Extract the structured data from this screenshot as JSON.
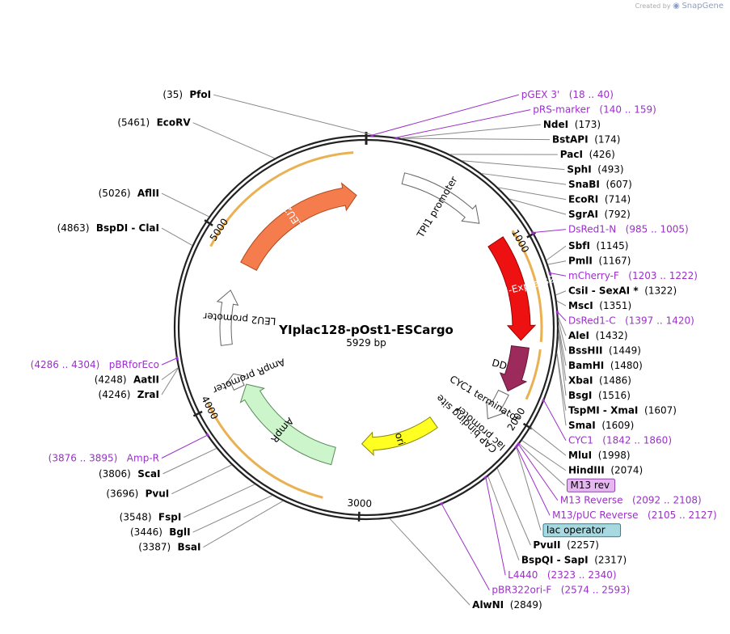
{
  "credit": {
    "prefix": "Created by",
    "brand": "SnapGene"
  },
  "plasmid": {
    "name": "YIplac128-pOst1-ESCargo",
    "size_label": "5929 bp",
    "total_bp": 5929
  },
  "ticks": [
    {
      "bp": 1000,
      "label": "1000"
    },
    {
      "bp": 2000,
      "label": "2000"
    },
    {
      "bp": 3000,
      "label": "3000"
    },
    {
      "bp": 4000,
      "label": "4000"
    },
    {
      "bp": 5000,
      "label": "5000"
    }
  ],
  "sites": [
    {
      "name": "PfoI",
      "pos": "(35)",
      "bp": 35,
      "side": "left"
    },
    {
      "name": "NdeI",
      "pos": "(173)",
      "bp": 173,
      "side": "right"
    },
    {
      "name": "BstAPI",
      "pos": "(174)",
      "bp": 174,
      "side": "right"
    },
    {
      "name": "PacI",
      "pos": "(426)",
      "bp": 426,
      "side": "right"
    },
    {
      "name": "SphI",
      "pos": "(493)",
      "bp": 493,
      "side": "right"
    },
    {
      "name": "SnaBI",
      "pos": "(607)",
      "bp": 607,
      "side": "right"
    },
    {
      "name": "EcoRI",
      "pos": "(714)",
      "bp": 714,
      "side": "right"
    },
    {
      "name": "SgrAI",
      "pos": "(792)",
      "bp": 792,
      "side": "right"
    },
    {
      "name": "SbfI",
      "pos": "(1145)",
      "bp": 1145,
      "side": "right"
    },
    {
      "name": "PmlI",
      "pos": "(1167)",
      "bp": 1167,
      "side": "right"
    },
    {
      "name": "CsiI",
      "name2": "SexAI *",
      "pos": "(1322)",
      "bp": 1322,
      "side": "right"
    },
    {
      "name": "MscI",
      "pos": "(1351)",
      "bp": 1351,
      "side": "right"
    },
    {
      "name": "AleI",
      "pos": "(1432)",
      "bp": 1432,
      "side": "right"
    },
    {
      "name": "BssHII",
      "pos": "(1449)",
      "bp": 1449,
      "side": "right"
    },
    {
      "name": "BamHI",
      "pos": "(1480)",
      "bp": 1480,
      "side": "right"
    },
    {
      "name": "XbaI",
      "pos": "(1486)",
      "bp": 1486,
      "side": "right"
    },
    {
      "name": "BsgI",
      "pos": "(1516)",
      "bp": 1516,
      "side": "right"
    },
    {
      "name": "TspMI",
      "name2": "XmaI",
      "pos": "(1607)",
      "bp": 1607,
      "side": "right"
    },
    {
      "name": "SmaI",
      "pos": "(1609)",
      "bp": 1609,
      "side": "right"
    },
    {
      "name": "MluI",
      "pos": "(1998)",
      "bp": 1998,
      "side": "right"
    },
    {
      "name": "HindIII",
      "pos": "(2074)",
      "bp": 2074,
      "side": "right"
    },
    {
      "name": "PvuII",
      "pos": "(2257)",
      "bp": 2257,
      "side": "right"
    },
    {
      "name": "BspQI",
      "name2": "SapI",
      "pos": "(2317)",
      "bp": 2317,
      "side": "right"
    },
    {
      "name": "AlwNI",
      "pos": "(2849)",
      "bp": 2849,
      "side": "right"
    },
    {
      "name": "BsaI",
      "pos": "(3387)",
      "bp": 3387,
      "side": "left"
    },
    {
      "name": "BglI",
      "pos": "(3446)",
      "bp": 3446,
      "side": "left"
    },
    {
      "name": "FspI",
      "pos": "(3548)",
      "bp": 3548,
      "side": "left"
    },
    {
      "name": "PvuI",
      "pos": "(3696)",
      "bp": 3696,
      "side": "left"
    },
    {
      "name": "ScaI",
      "pos": "(3806)",
      "bp": 3806,
      "side": "left"
    },
    {
      "name": "ZraI",
      "pos": "(4246)",
      "bp": 4246,
      "side": "left"
    },
    {
      "name": "AatII",
      "pos": "(4248)",
      "bp": 4248,
      "side": "left"
    },
    {
      "name": "BspDI",
      "name2": "ClaI",
      "pos": "(4863)",
      "bp": 4863,
      "side": "left"
    },
    {
      "name": "AflII",
      "pos": "(5026)",
      "bp": 5026,
      "side": "left"
    },
    {
      "name": "EcoRV",
      "pos": "(5461)",
      "bp": 5461,
      "side": "left"
    }
  ],
  "primers": [
    {
      "name": "pGEX 3'",
      "range": "(18 .. 40)",
      "bp": 29,
      "side": "right"
    },
    {
      "name": "pRS-marker",
      "range": "(140 .. 159)",
      "bp": 150,
      "side": "right"
    },
    {
      "name": "DsRed1-N",
      "range": "(985 .. 1005)",
      "bp": 995,
      "side": "right"
    },
    {
      "name": "mCherry-F",
      "range": "(1203 .. 1222)",
      "bp": 1212,
      "side": "right"
    },
    {
      "name": "DsRed1-C",
      "range": "(1397 .. 1420)",
      "bp": 1408,
      "side": "right"
    },
    {
      "name": "CYC1",
      "range": "(1842 .. 1860)",
      "bp": 1851,
      "side": "right"
    },
    {
      "name": "M13 Reverse",
      "range": "(2092 .. 2108)",
      "bp": 2100,
      "side": "right"
    },
    {
      "name": "M13/pUC Reverse",
      "range": "(2105 .. 2127)",
      "bp": 2116,
      "side": "right"
    },
    {
      "name": "L4440",
      "range": "(2323 .. 2340)",
      "bp": 2331,
      "side": "right"
    },
    {
      "name": "pBR322ori-F",
      "range": "(2574 .. 2593)",
      "bp": 2583,
      "side": "right"
    },
    {
      "name": "Amp-R",
      "range": "(3876 .. 3895)",
      "bp": 3885,
      "side": "left"
    },
    {
      "name": "pBRforEco",
      "range": "(4286 .. 4304)",
      "bp": 4295,
      "side": "left"
    }
  ],
  "boxed_features": [
    {
      "name": "M13 rev",
      "bp": 2095,
      "fill": "#e6b8f0",
      "stroke": "#8e44ad"
    },
    {
      "name": "lac operator",
      "bp": 2118,
      "fill": "#a8d8e0",
      "stroke": "#2f7f8c"
    }
  ],
  "features": [
    {
      "name": "LEU2",
      "start": 4900,
      "end": 5860,
      "radius": 164,
      "width": 22,
      "fill": "#f57c4c",
      "stroke": "#b24a1e",
      "label_color": "white"
    },
    {
      "name": "LEU2 promoter",
      "start": 4330,
      "end": 4700,
      "radius": 174,
      "width": 14,
      "fill": "#ffffff",
      "stroke": "#666666",
      "label_color": "black"
    },
    {
      "name": "TPI1 promoter",
      "start": 230,
      "end": 780,
      "radius": 190,
      "width": 14,
      "fill": "#ffffff",
      "stroke": "#666666",
      "label_color": "black"
    },
    {
      "name": "DsRed-Express2",
      "start": 930,
      "end": 1560,
      "radius": 192,
      "width": 22,
      "fill": "#ee1111",
      "stroke": "#990000",
      "label_color": "white"
    },
    {
      "name": "DD",
      "start": 1600,
      "end": 1880,
      "radius": 192,
      "width": 22,
      "fill": "#9c2a5a",
      "stroke": "#5e1535",
      "label_color": "white"
    },
    {
      "name": "CYC1 terminator",
      "start": 1900,
      "end": 2090,
      "radius": 188,
      "width": 14,
      "fill": "#ffffff",
      "stroke": "#666666",
      "label_color": "black"
    },
    {
      "name": "ori",
      "start": 2380,
      "end": 3000,
      "radius": 144,
      "width": 16,
      "fill": "#ffff22",
      "stroke": "#888800",
      "label_color": "black"
    },
    {
      "name": "AmpR",
      "start": 3200,
      "end": 4030,
      "radius": 164,
      "width": 22,
      "fill": "#ccf5cc",
      "stroke": "#5a8a5a",
      "label_color": "black"
    },
    {
      "name": "AmpR promoter",
      "start": 4030,
      "end": 4130,
      "radius": 174,
      "width": 14,
      "fill": "#ffffff",
      "stroke": "#666666",
      "label_color": "black"
    }
  ],
  "text_features": [
    {
      "name": "lac promoter",
      "bp": 2160
    },
    {
      "name": "CAP binding site",
      "bp": 2200
    }
  ],
  "colors": {
    "primer": "#9b30c8",
    "backbone": "#222222",
    "leader": "#888888",
    "orf_highlight": "#e8a840"
  }
}
